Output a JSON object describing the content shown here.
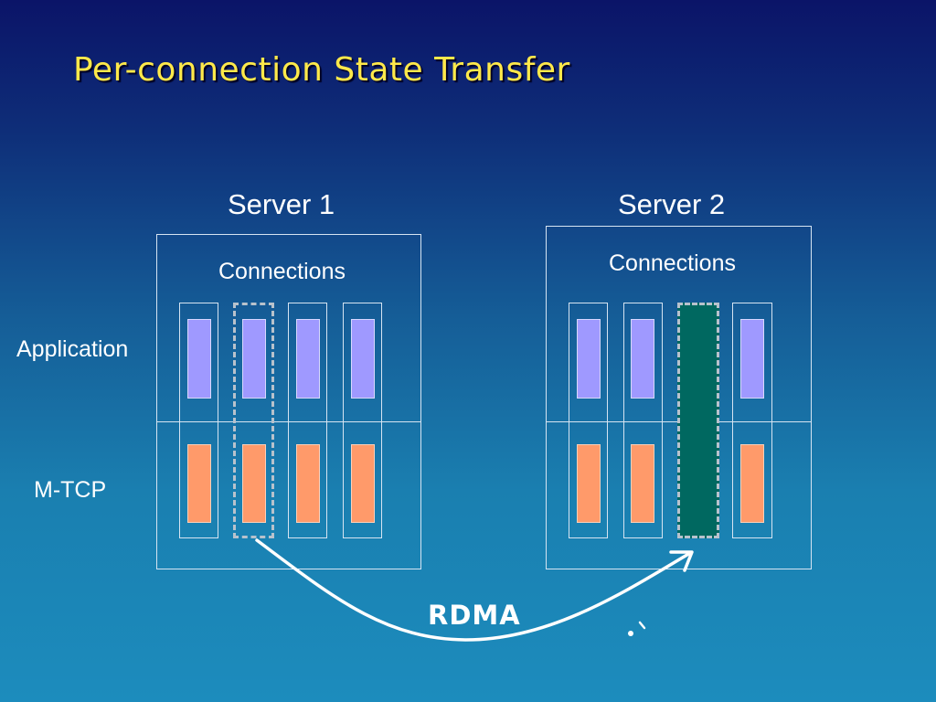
{
  "title": "Per-connection State Transfer",
  "servers": [
    {
      "name": "Server 1",
      "connections_label": "Connections"
    },
    {
      "name": "Server 2",
      "connections_label": "Connections"
    }
  ],
  "layers": {
    "application": "Application",
    "mtcp": "M-TCP"
  },
  "transfer_label": "RDMA",
  "colors": {
    "title": "#ffe94a",
    "application_block": "#9f99ff",
    "mtcp_block": "#ff9a6a",
    "migrated_connection": "#006860"
  }
}
